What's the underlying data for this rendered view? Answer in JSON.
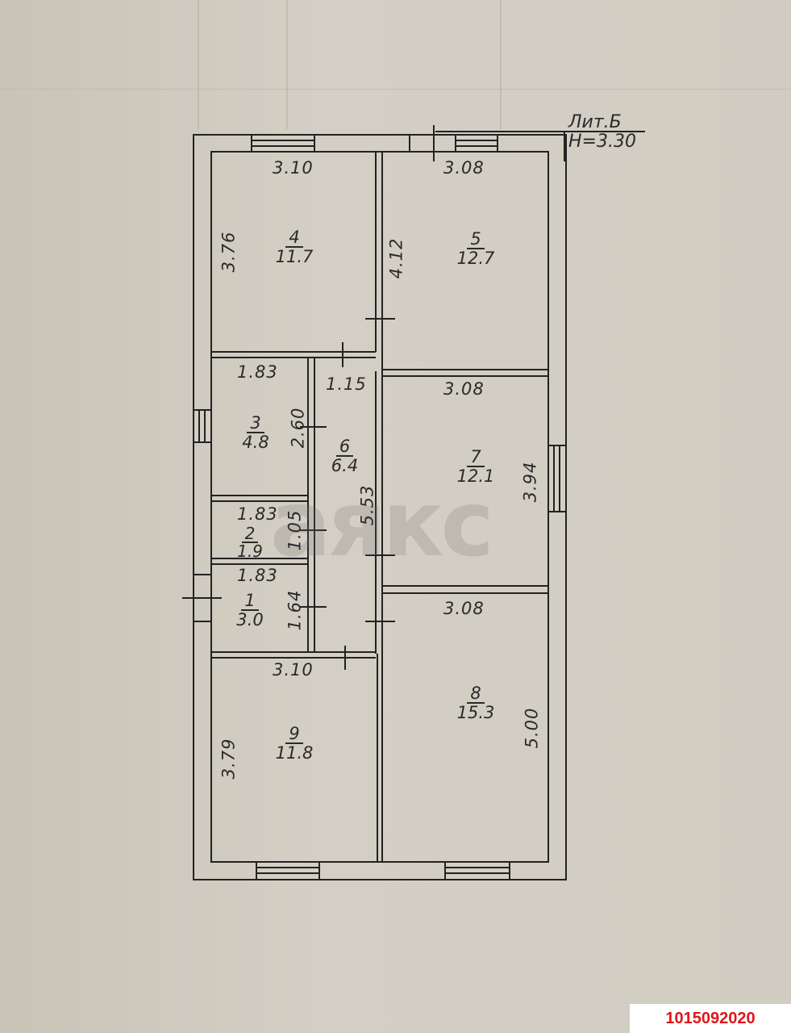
{
  "header": {
    "building_label": "Лит.Б",
    "height_label": "H=3.30"
  },
  "watermark": "аякс",
  "listing_id": "1015092020",
  "rooms": [
    {
      "number": "1",
      "area": "3.0",
      "width": "1.83",
      "length": "1.64"
    },
    {
      "number": "2",
      "area": "1.9",
      "width": "1.83",
      "length": "1.05"
    },
    {
      "number": "3",
      "area": "4.8",
      "width": "1.83",
      "length": "2.60"
    },
    {
      "number": "4",
      "area": "11.7",
      "width": "3.10",
      "length": "3.76"
    },
    {
      "number": "5",
      "area": "12.7",
      "width": "3.08",
      "length": "4.12"
    },
    {
      "number": "6",
      "area": "6.4",
      "width": "1.15",
      "length": "5.53"
    },
    {
      "number": "7",
      "area": "12.1",
      "width": "3.08",
      "length": "3.94"
    },
    {
      "number": "8",
      "area": "15.3",
      "width": "3.08",
      "length": "5.00"
    },
    {
      "number": "9",
      "area": "11.8",
      "width": "3.10",
      "length": "3.79"
    }
  ]
}
